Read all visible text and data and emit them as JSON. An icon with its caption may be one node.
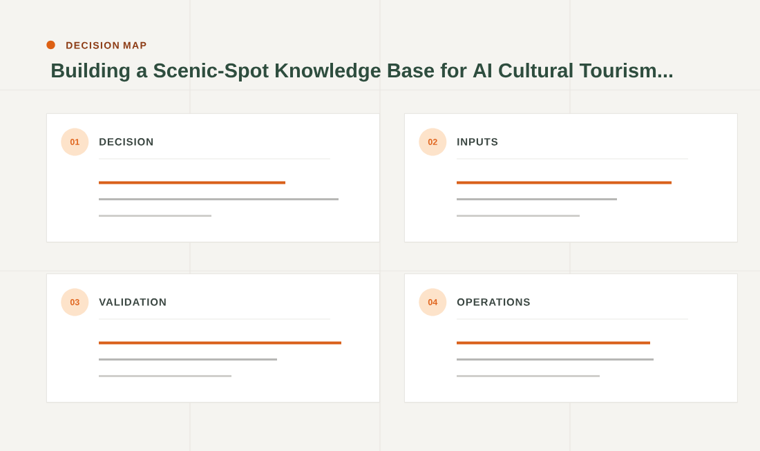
{
  "diagram": {
    "title": "Building a Scenic-Spot Knowledge Base for AI Cultural Tourism...",
    "nodes": [
      {
        "text": [
          "DECISION"
        ]
      },
      {
        "text": [
          "01"
        ],
        "in": 0
      },
      {
        "text": [
          "INPUTS"
        ]
      },
      {
        "text": [
          "02"
        ],
        "in": 2
      },
      {
        "text": [
          "VALIDATION"
        ]
      },
      {
        "text": [
          "03"
        ],
        "in": 4
      },
      {
        "text": [
          "OPERATIONS"
        ]
      },
      {
        "text": [
          "04"
        ],
        "in": 6
      }
    ],
    "labels": [
      "DECISION MAP"
    ]
  }
}
